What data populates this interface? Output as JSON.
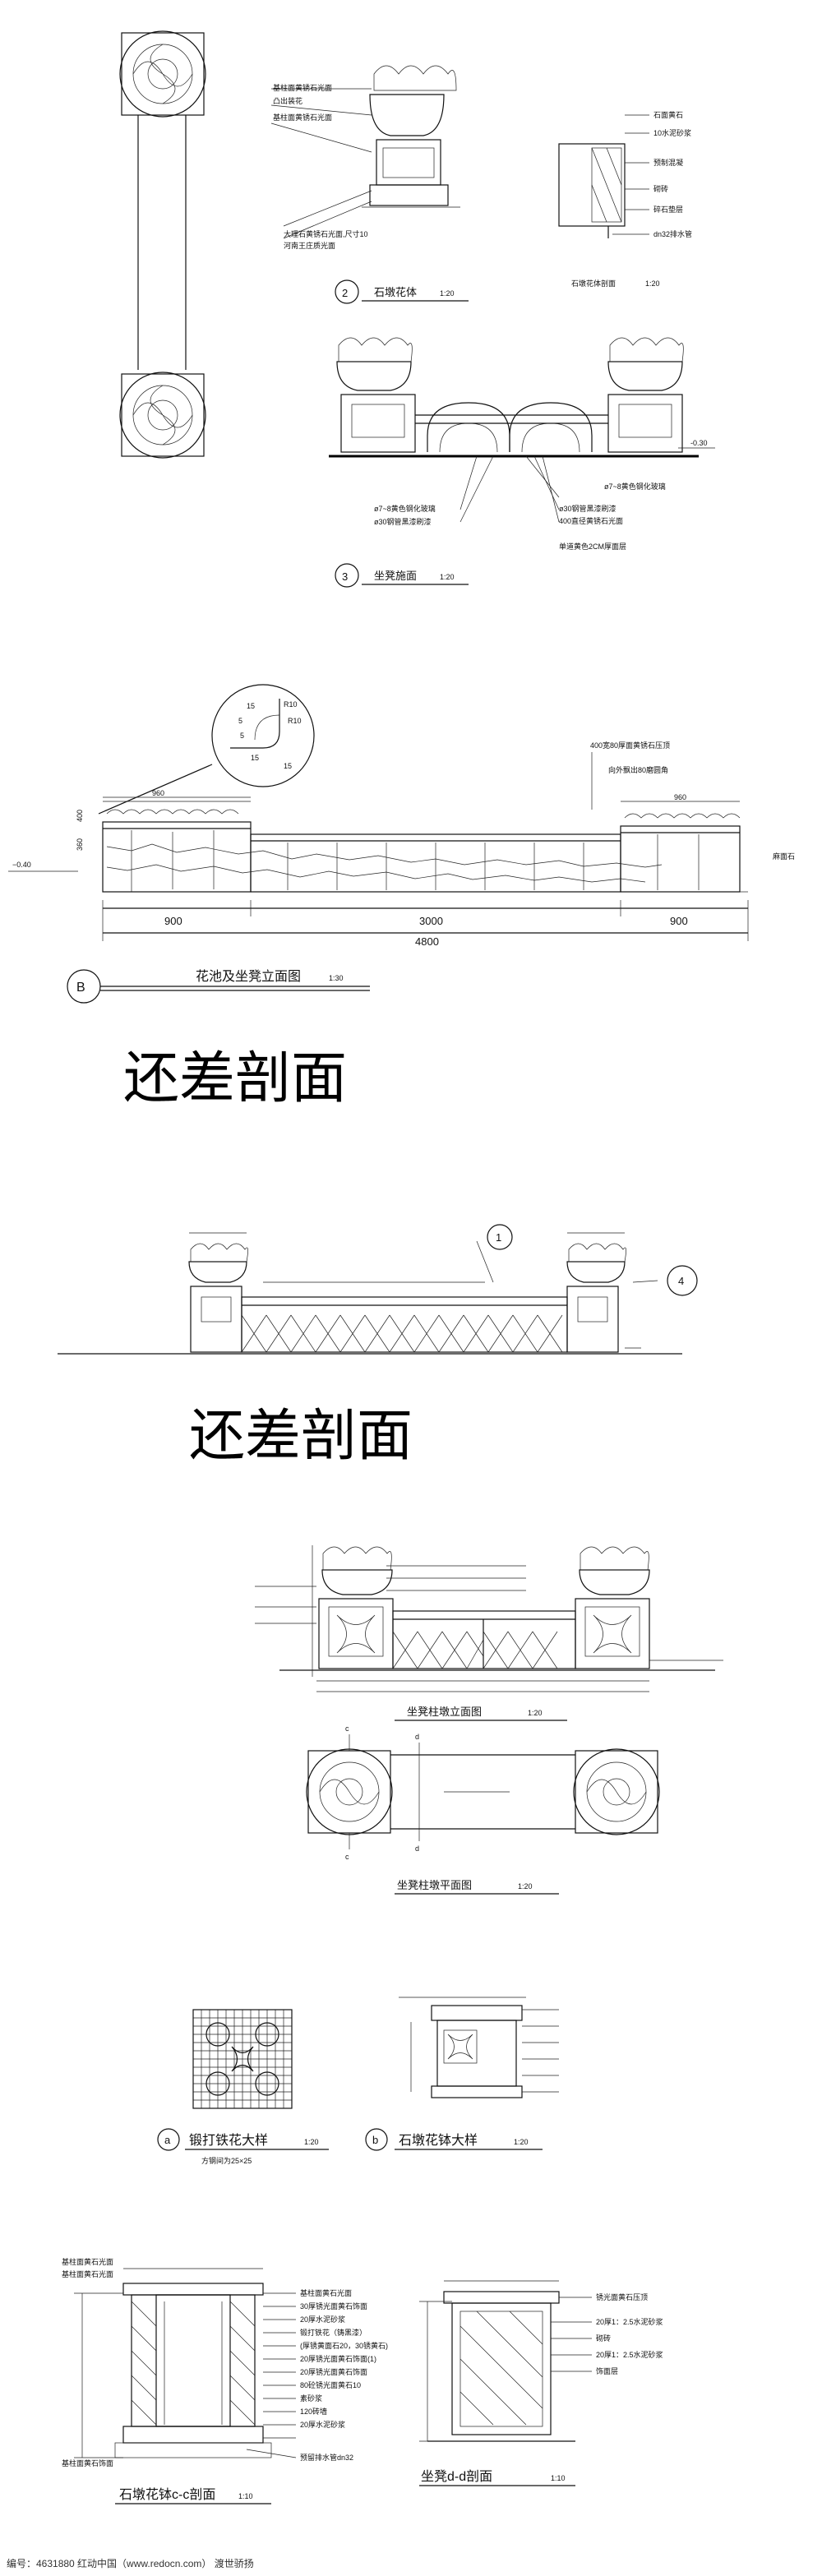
{
  "section1": {
    "label_a1": "基柱面黄锈石光面",
    "label_a2": "凸出装花",
    "label_a3": "基柱面黄锈石光面",
    "label_a4": "大理石黄锈石光面,尺寸10",
    "label_a5": "河南王庄质光面",
    "num2": "2",
    "title2": "石墩花体",
    "scale2": "1:20",
    "title_r": "石墩花体剖面",
    "scale_r": "1:20",
    "label_r1": "石面黄石",
    "label_r2": "10水泥砂浆",
    "label_r3": "预制混凝",
    "label_r4": "砌砖",
    "label_r5": "碎石垫层",
    "label_r6": "dn32排水管",
    "label_b1": "ø7~8黄色钢化玻璃",
    "label_b2": "ø30钢管黑漆刷漆",
    "label_b3": "ø7~8黄色钢化玻璃",
    "label_b4": "ø30钢管黑漆刷漆",
    "label_b5": "400直径黄锈石光面",
    "label_b6": "单道黄色2CM厚面层",
    "elev": "-0.30",
    "num3": "3",
    "title3": "坐凳施面",
    "scale3": "1:20"
  },
  "section2": {
    "dim_r1": "R10",
    "dim_15a": "15",
    "dim_15b": "15",
    "dim_5a": "5",
    "dim_5b": "5",
    "dim_r2": "R10",
    "dim_15c": "15",
    "dim_960a": "960",
    "dim_960b": "960",
    "dim_400": "400",
    "dim_360": "360",
    "elev": "−0.40",
    "note1": "400宽80厚面黄锈石压顶",
    "note2": "向外飘出80磨圆角",
    "note3": "麻面石",
    "dim_900a": "900",
    "dim_3000": "3000",
    "dim_900b": "900",
    "dim_4800": "4800",
    "letter": "B",
    "title": "花池及坐凳立面图",
    "scale": "1:30"
  },
  "missing1": "还差剖面",
  "section3": {
    "c1": "1",
    "c4": "4"
  },
  "missing2": "还差剖面",
  "section4": {
    "title_elev": "坐凳柱墩立面图",
    "scale_elev": "1:20",
    "title_plan": "坐凳柱墩平面图",
    "scale_plan": "1:20",
    "mark_c": "c",
    "mark_d": "d"
  },
  "section5": {
    "a": "a",
    "title_a": "锻打铁花大样",
    "scale_a": "1:20",
    "sub_a": "方钢间为25×25",
    "b": "b",
    "title_b": "石墩花钵大样",
    "scale_b": "1:20"
  },
  "section6": {
    "top_l1": "基柱面黄石光面",
    "top_l2": "基柱面黄石光面",
    "r1": "基柱面黄石光面",
    "r2": "30厚锈光面黄石饰面",
    "r3": "20厚水泥砂浆",
    "r4": "锻打铁花（铸黑漆）",
    "r5": "(厚锈黄面石20，30锈黄石)",
    "r6": "20厚锈光面黄石饰面(1)",
    "r7": "20厚锈光面黄石饰面",
    "r8": "80砼锈光面黄石10",
    "r9": "素砂浆",
    "r10": "120砖墙",
    "r11": "20厚水泥砂浆",
    "r12": "预留排水管dn32",
    "bot_l": "基柱面黄石饰面",
    "title_c": "石墩花钵c-c剖面",
    "scale_c": "1:10",
    "d1": "锈光面黄石压顶",
    "d2": "20厚1：2.5水泥砂浆",
    "d3": "砌砖",
    "d4": "20厚1：2.5水泥砂浆",
    "d5": "饰面层",
    "title_d": "坐凳d-d剖面",
    "scale_d": "1:10"
  },
  "footer": {
    "text": "编号：4631880   红动中国（www.redocn.com）   渡世骄扬"
  }
}
